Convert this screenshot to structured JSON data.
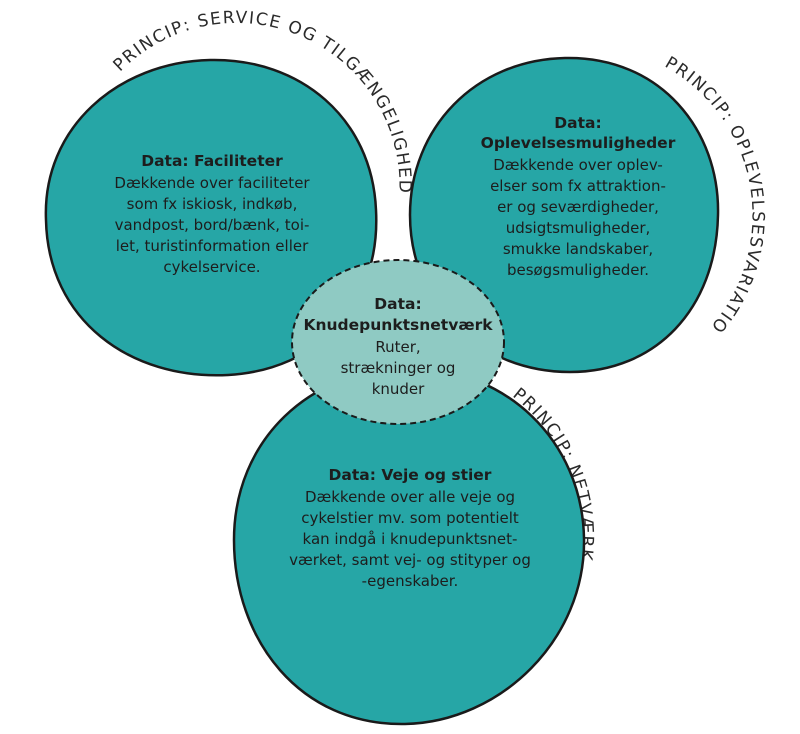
{
  "colors": {
    "circle_fill": "#26a6a6",
    "center_fill": "#8fcac3",
    "outline": "#1a1a1a",
    "text": "#1d1d1d",
    "background": "#ffffff"
  },
  "principles": {
    "service": "PRINCIP: SERVICE OG TILGÆNGELIGHED",
    "experience": "PRINCIP: OPLEVELSESVARIATION",
    "network": "PRINCIP: NETVÆRK"
  },
  "circles": {
    "facilities": {
      "title": "Data: Faciliteter",
      "lines": [
        "Dækkende over faciliteter",
        "som fx iskiosk, indkøb,",
        "vandpost, bord/bænk, toi-",
        "let, turistinformation eller",
        "cykelservice."
      ]
    },
    "experiences": {
      "title_lines": [
        "Data:",
        "Oplevelsesmuligheder"
      ],
      "lines": [
        "Dækkende over oplev-",
        "elser som fx attraktion-",
        "er og seværdigheder,",
        "udsigtsmuligheder,",
        "smukke landskaber,",
        "besøgsmuligheder."
      ]
    },
    "roads": {
      "title": "Data: Veje og stier",
      "lines": [
        "Dækkende over alle veje og",
        "cykelstier mv. som potentielt",
        "kan indgå i knudepunktsnet-",
        "værket, samt vej- og stityper og",
        "-egenskaber."
      ]
    },
    "network": {
      "title_lines": [
        "Data:",
        "Knudepunktsnetværk"
      ],
      "lines": [
        "Ruter,",
        "strækninger og",
        "knuder"
      ]
    }
  }
}
